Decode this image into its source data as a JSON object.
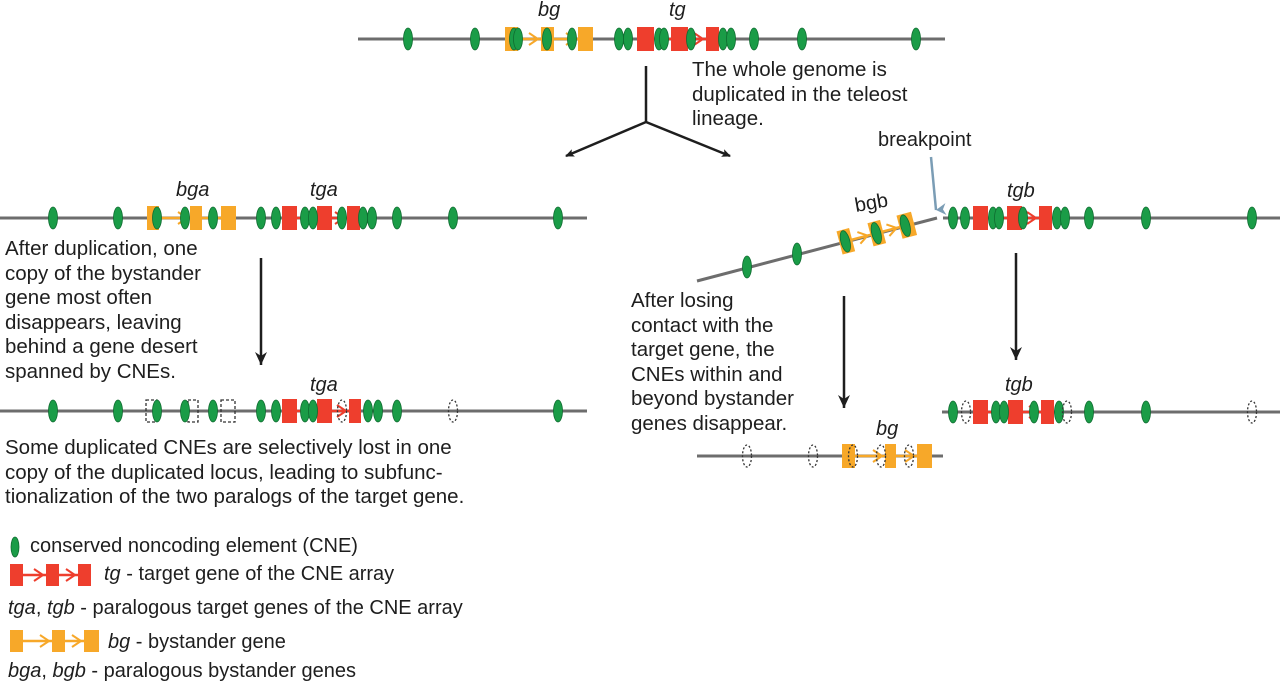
{
  "colors": {
    "chromosome": "#6d6d6d",
    "cne": "#1a9c47",
    "cne_stroke": "#0f6b30",
    "target_gene": "#ee3e2d",
    "bystander_gene": "#f7a829",
    "arrow": "#1e1e1e",
    "breakpoint_arrow": "#7b9db5",
    "lost_outline": "#333333"
  },
  "stages": {
    "ancestral": {
      "gene_labels": [
        "bg",
        "tg"
      ],
      "description": "The whole genome is\nduplicated in the teleost\nlineage."
    },
    "copy_a": {
      "gene_labels": [
        "bga",
        "tga"
      ],
      "description": "After duplication, one\ncopy of the bystander\ngene most often\ndisappears, leaving\nbehind a gene desert\nspanned by CNEs.",
      "after_label": "tga",
      "summary": "Some duplicated CNEs are selectively lost in one\ncopy of the duplicated locus, leading to subfunc-\ntionalization of the two paralogs of the target gene."
    },
    "copy_b": {
      "gene_labels": [
        "bgb",
        "tgb"
      ],
      "breakpoint_label": "breakpoint",
      "description": "After losing\ncontact with the\ntarget gene, the\nCNEs within and\nbeyond bystander\ngenes disappear.",
      "after_target_label": "tgb",
      "after_bystander_label": "bg"
    }
  },
  "legend": [
    {
      "symbol": "cne",
      "italic": "",
      "text": "conserved noncoding element (CNE)"
    },
    {
      "symbol": "target-gene",
      "italic": "tg",
      "text": " - target gene of the CNE array"
    },
    {
      "symbol": "none",
      "italic": "tga",
      "text": ", ",
      "italic2": "tgb",
      "text2": " - paralogous target genes of the CNE array"
    },
    {
      "symbol": "bystander-gene",
      "italic": "bg",
      "text": " - bystander gene"
    },
    {
      "symbol": "none",
      "italic": "bga",
      "text": ", ",
      "italic2": "bgb",
      "text2": " - paralogous bystander genes"
    }
  ]
}
